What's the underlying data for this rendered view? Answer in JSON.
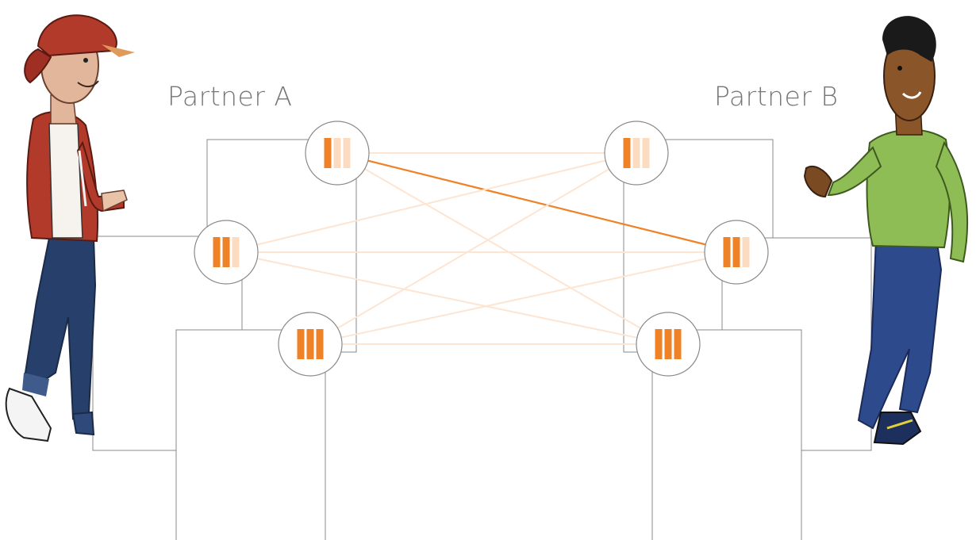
{
  "partner_a": {
    "label": "Partner A"
  },
  "partner_b": {
    "label": "Partner B"
  },
  "colors": {
    "accent": "#ef8226",
    "accent_light": "#fbdcc0",
    "link_faint": "#fde5d2",
    "panel_border": "#8a8a8a",
    "label_text": "#777777"
  },
  "nodes_a": [
    {
      "name": "a-top",
      "level": 1
    },
    {
      "name": "a-middle",
      "level": 2
    },
    {
      "name": "a-bottom",
      "level": 3
    }
  ],
  "nodes_b": [
    {
      "name": "b-top",
      "level": 1
    },
    {
      "name": "b-middle",
      "level": 2
    },
    {
      "name": "b-bottom",
      "level": 3
    }
  ],
  "connections": [
    {
      "from": "a-top",
      "to": "b-middle",
      "highlighted": true
    },
    {
      "from": "a-top",
      "to": "b-top",
      "highlighted": false
    },
    {
      "from": "a-top",
      "to": "b-bottom",
      "highlighted": false
    },
    {
      "from": "a-middle",
      "to": "b-top",
      "highlighted": false
    },
    {
      "from": "a-middle",
      "to": "b-middle",
      "highlighted": false
    },
    {
      "from": "a-middle",
      "to": "b-bottom",
      "highlighted": false
    },
    {
      "from": "a-bottom",
      "to": "b-top",
      "highlighted": false
    },
    {
      "from": "a-bottom",
      "to": "b-middle",
      "highlighted": false
    },
    {
      "from": "a-bottom",
      "to": "b-bottom",
      "highlighted": false
    }
  ]
}
